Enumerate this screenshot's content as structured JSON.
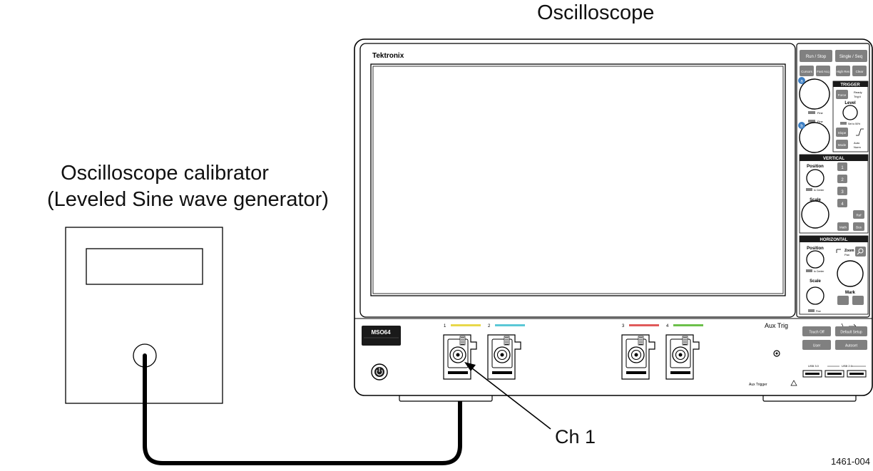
{
  "labels": {
    "oscilloscope": "Oscilloscope",
    "calibrator_line1": "Oscilloscope calibrator",
    "calibrator_line2": "(Leveled Sine wave generator)",
    "ch1_callout": "Ch 1",
    "figure_number": "1461-004"
  },
  "scope": {
    "brand": "Tektronix",
    "model": "MSO64",
    "buttons": {
      "run_stop": "Run / Stop",
      "single_seq": "Single / Seq",
      "cursors": "Cursors",
      "fast_acq": "Fast\nAcq",
      "high_res": "High\nRes",
      "clear": "Clear",
      "force": "Force",
      "slope": "Slope",
      "mode": "Mode",
      "ch_1": "1",
      "ch_2": "2",
      "ch_3": "3",
      "ch_4": "4",
      "ref": "Ref",
      "math": "Math",
      "bus": "Bus",
      "touch_off": "Touch Off",
      "default_setup": "Default Setup",
      "user": "User",
      "autoset": "Autoset"
    },
    "sections": {
      "trigger": "TRIGGER",
      "vertical": "VERTICAL",
      "horizontal": "HORIZONTAL"
    },
    "knob_labels": {
      "level": "Level",
      "position": "Position",
      "scale": "Scale",
      "zoom": "Zoom",
      "pan": "Pan",
      "mark": "Mark",
      "fine": "Fine",
      "to_center": "to Center",
      "set_to_50": "Set to 50%",
      "ready": "Ready",
      "trigd": "Trig'd",
      "auto": "Auto",
      "norm": "Norm"
    },
    "knob_badges": {
      "a": "a",
      "b": "b"
    },
    "channels": [
      "1",
      "2",
      "3",
      "4"
    ],
    "channel_colors": [
      "#e8d84a",
      "#5bc8d6",
      "#e05a5a",
      "#6cc04a"
    ],
    "aux_trig": "Aux Trig",
    "aux_trigger_small": "Aux Trigger",
    "usb": [
      "USB 3.0",
      "USB 2.0"
    ]
  },
  "colors": {
    "outline": "#000000",
    "bezel": "#ffffff",
    "panel_header": "#1a1a1a",
    "button_fill": "#808080",
    "cable": "#000000"
  }
}
